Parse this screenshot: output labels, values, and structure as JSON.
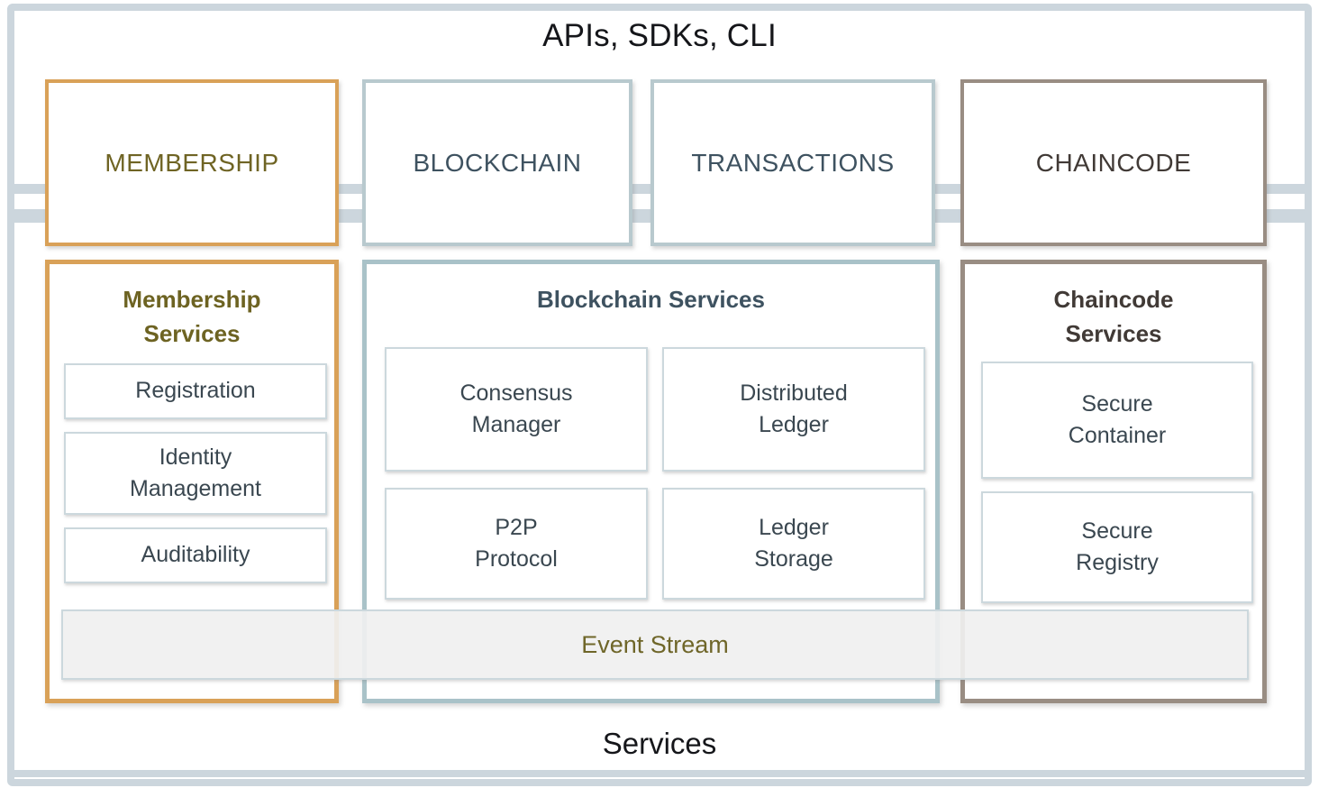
{
  "diagram": {
    "header_title": "APIs, SDKs, CLI",
    "footer_title": "Services",
    "colors": {
      "frame_border": "#ccd6dd",
      "membership_accent": "#d9a158",
      "blockchain_accent": "#a9c2c8",
      "chaincode_accent": "#998d83",
      "subbox_border": "#ccd8dd",
      "event_stream_fill": "#f0f0f0",
      "membership_text": "#6d6322",
      "blockchain_text": "#3e5260",
      "chaincode_text": "#413a36",
      "event_stream_text": "#6f6629",
      "title_text": "#15161a"
    },
    "categories": [
      {
        "key": "membership",
        "label": "MEMBERSHIP"
      },
      {
        "key": "blockchain",
        "label": "BLOCKCHAIN"
      },
      {
        "key": "transactions",
        "label": "TRANSACTIONS"
      },
      {
        "key": "chaincode",
        "label": "CHAINCODE"
      }
    ],
    "panels": [
      {
        "key": "membership",
        "title": "Membership\nServices",
        "items": [
          "Registration",
          "Identity\nManagement",
          "Auditability"
        ]
      },
      {
        "key": "blockchain",
        "title": "Blockchain Services",
        "items": [
          "Consensus\nManager",
          "Distributed\nLedger",
          "P2P\nProtocol",
          "Ledger\nStorage"
        ]
      },
      {
        "key": "chaincode",
        "title": "Chaincode\nServices",
        "items": [
          "Secure\nContainer",
          "Secure\nRegistry"
        ]
      }
    ],
    "event_stream": {
      "label": "Event Stream"
    }
  }
}
